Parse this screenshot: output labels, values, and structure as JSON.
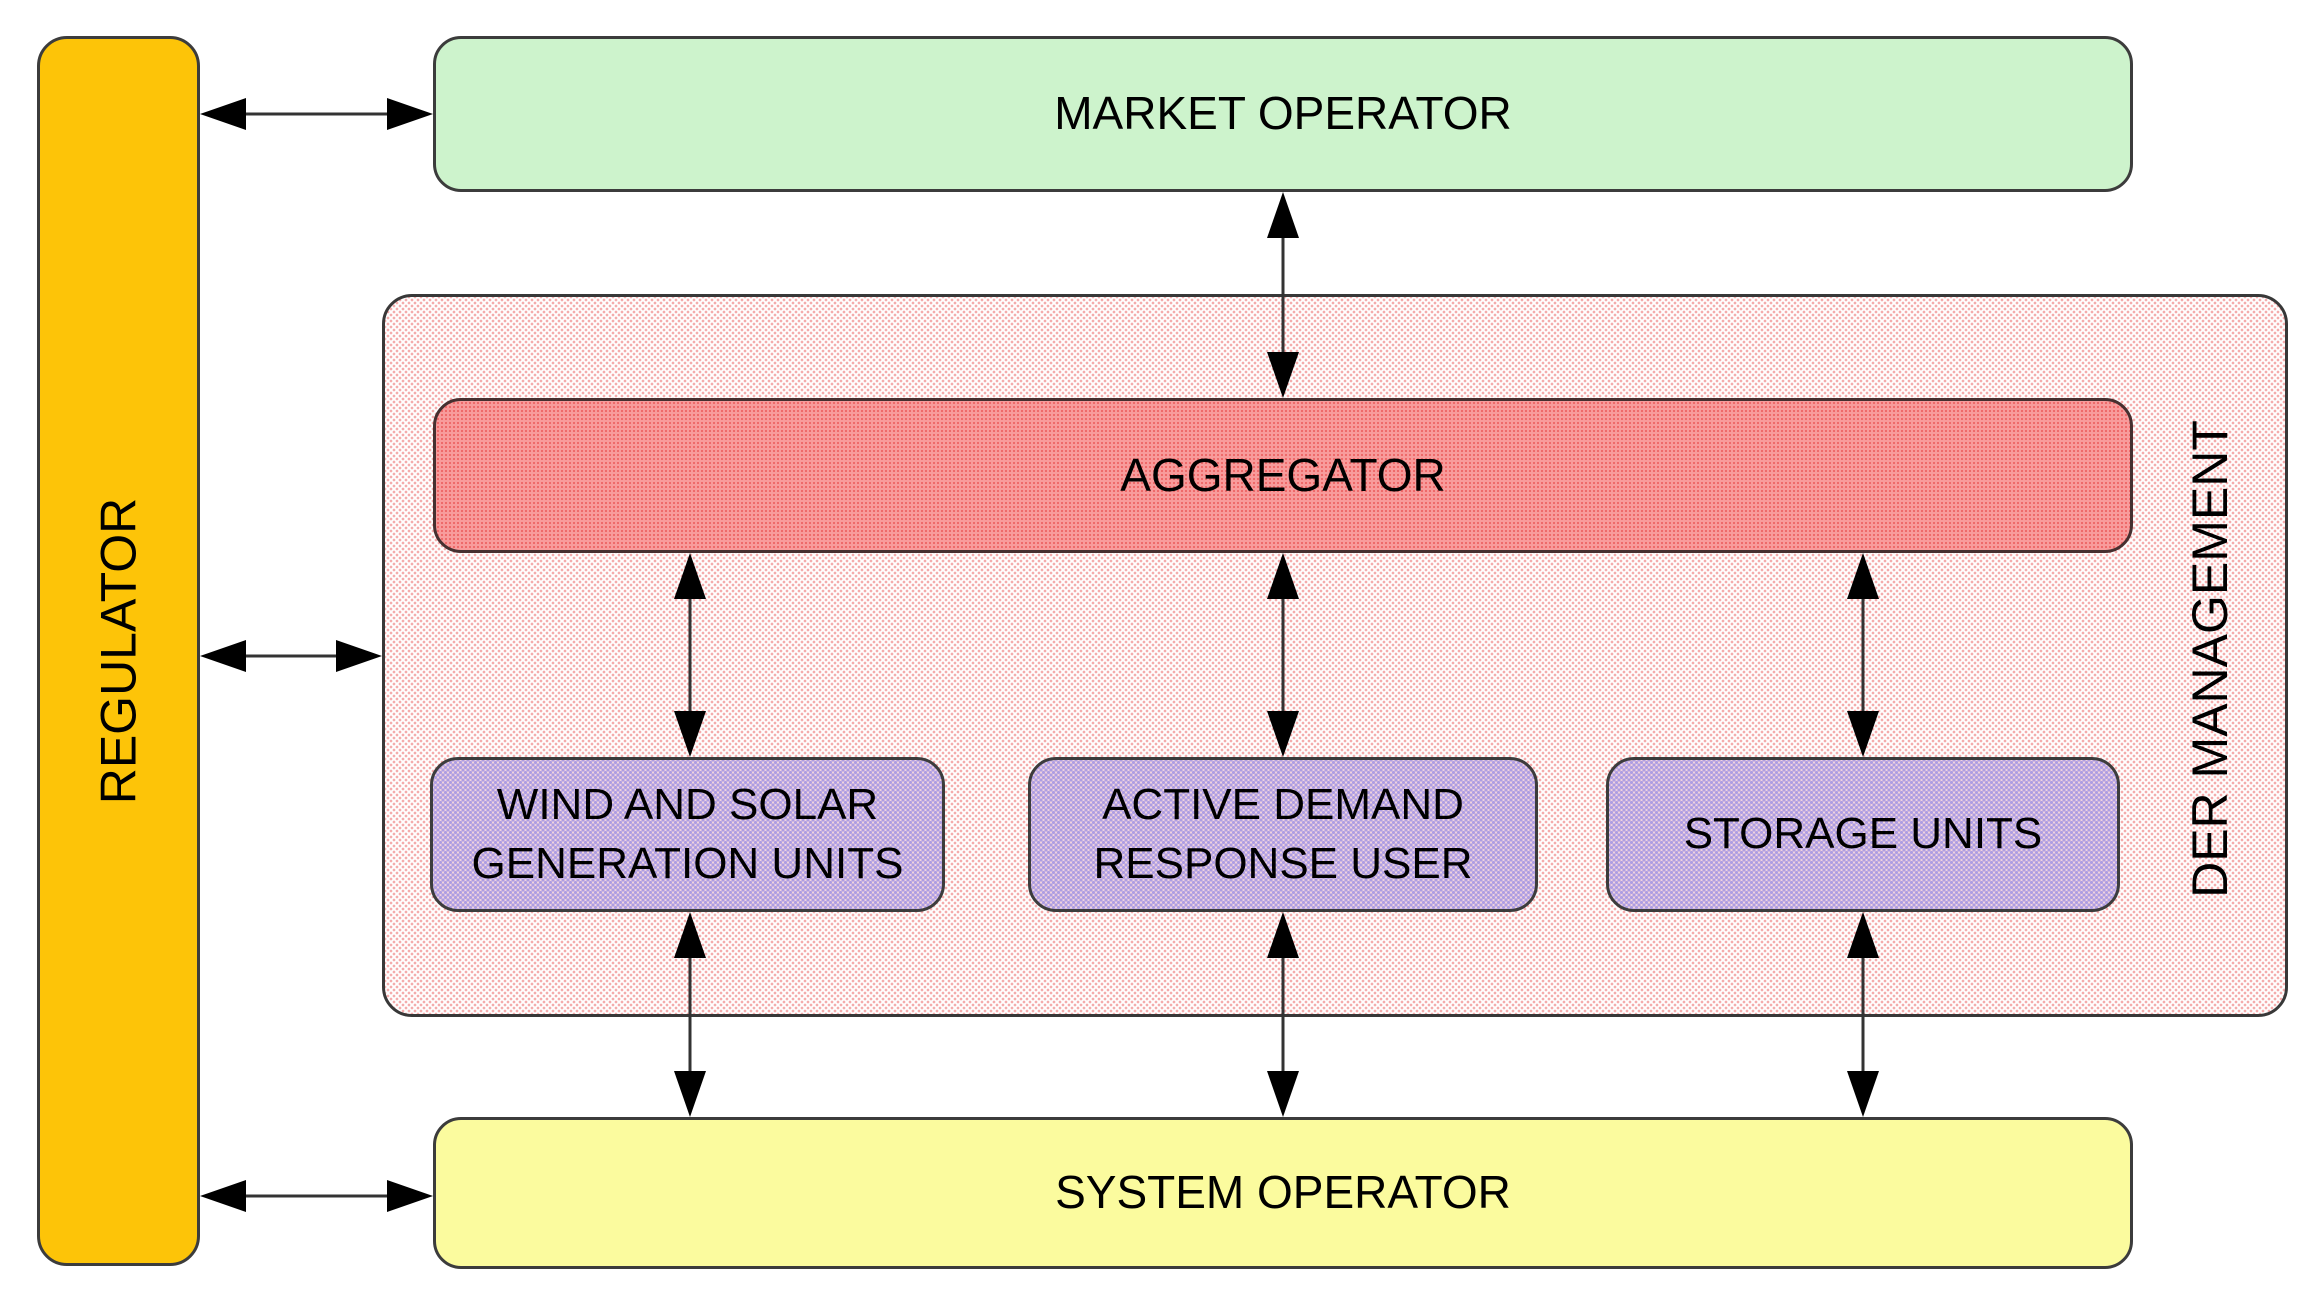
{
  "nodes": {
    "regulator": {
      "label": "REGULATOR",
      "color": "#fdc408"
    },
    "market_operator": {
      "label": "MARKET OPERATOR",
      "color": "#cdf3cc"
    },
    "der_management": {
      "label": "DER MANAGEMENT",
      "color": "#f9dede"
    },
    "aggregator": {
      "label": "AGGREGATOR",
      "color": "#f58787"
    },
    "wind_solar": {
      "label": "WIND AND SOLAR GENERATION UNITS",
      "color": "#d5bede"
    },
    "adr_user": {
      "label": "ACTIVE DEMAND RESPONSE USER",
      "color": "#d5bede"
    },
    "storage": {
      "label": "STORAGE UNITS",
      "color": "#d5bede"
    },
    "system_operator": {
      "label": "SYSTEM OPERATOR",
      "color": "#fbfb9e"
    }
  },
  "connections": [
    {
      "from": "REGULATOR",
      "to": "MARKET OPERATOR",
      "type": "bidirectional"
    },
    {
      "from": "REGULATOR",
      "to": "DER MANAGEMENT",
      "type": "bidirectional"
    },
    {
      "from": "REGULATOR",
      "to": "SYSTEM OPERATOR",
      "type": "bidirectional"
    },
    {
      "from": "MARKET OPERATOR",
      "to": "AGGREGATOR",
      "type": "bidirectional"
    },
    {
      "from": "AGGREGATOR",
      "to": "WIND AND SOLAR GENERATION UNITS",
      "type": "bidirectional"
    },
    {
      "from": "AGGREGATOR",
      "to": "ACTIVE DEMAND RESPONSE USER",
      "type": "bidirectional"
    },
    {
      "from": "AGGREGATOR",
      "to": "STORAGE UNITS",
      "type": "bidirectional"
    },
    {
      "from": "WIND AND SOLAR GENERATION UNITS",
      "to": "SYSTEM OPERATOR",
      "type": "bidirectional"
    },
    {
      "from": "ACTIVE DEMAND RESPONSE USER",
      "to": "SYSTEM OPERATOR",
      "type": "bidirectional"
    },
    {
      "from": "STORAGE UNITS",
      "to": "SYSTEM OPERATOR",
      "type": "bidirectional"
    }
  ]
}
